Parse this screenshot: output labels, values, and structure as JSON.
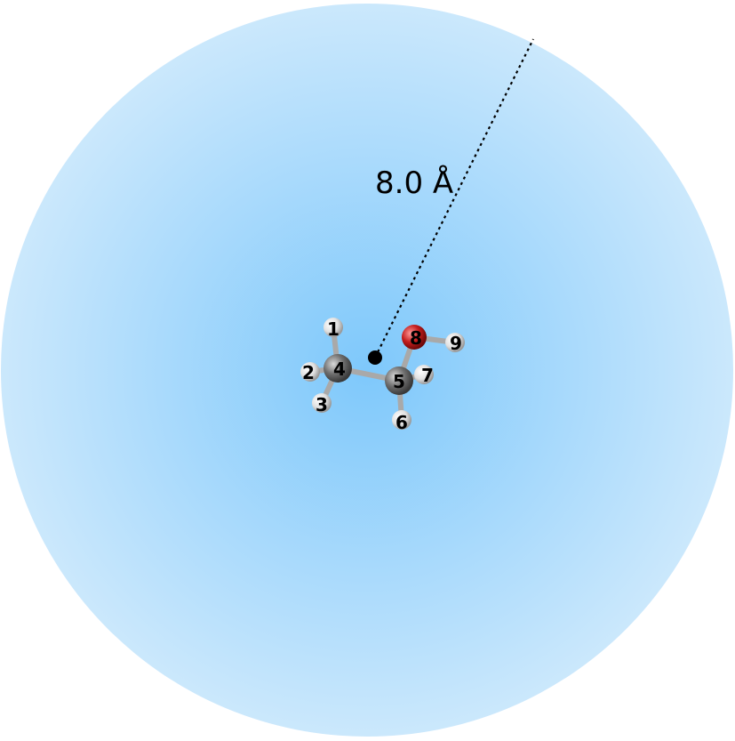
{
  "radius_label": "8.0 Å",
  "colors": {
    "sphere_center": "#7ec8fb",
    "sphere_edge": "#cbe8fc",
    "carbon": "#6e6e6e",
    "oxygen": "#c41d1d",
    "hydrogen": "#e8e8e8",
    "bond": "#a9a9a9",
    "center_marker": "#000000"
  },
  "atoms": [
    {
      "label": "1",
      "element": "H"
    },
    {
      "label": "2",
      "element": "H"
    },
    {
      "label": "3",
      "element": "H"
    },
    {
      "label": "4",
      "element": "C"
    },
    {
      "label": "5",
      "element": "C"
    },
    {
      "label": "6",
      "element": "H"
    },
    {
      "label": "7",
      "element": "H"
    },
    {
      "label": "8",
      "element": "O"
    },
    {
      "label": "9",
      "element": "H"
    }
  ],
  "bonds": [
    [
      "4",
      "1"
    ],
    [
      "4",
      "2"
    ],
    [
      "4",
      "3"
    ],
    [
      "4",
      "5"
    ],
    [
      "5",
      "6"
    ],
    [
      "5",
      "7"
    ],
    [
      "5",
      "8"
    ],
    [
      "8",
      "9"
    ]
  ]
}
